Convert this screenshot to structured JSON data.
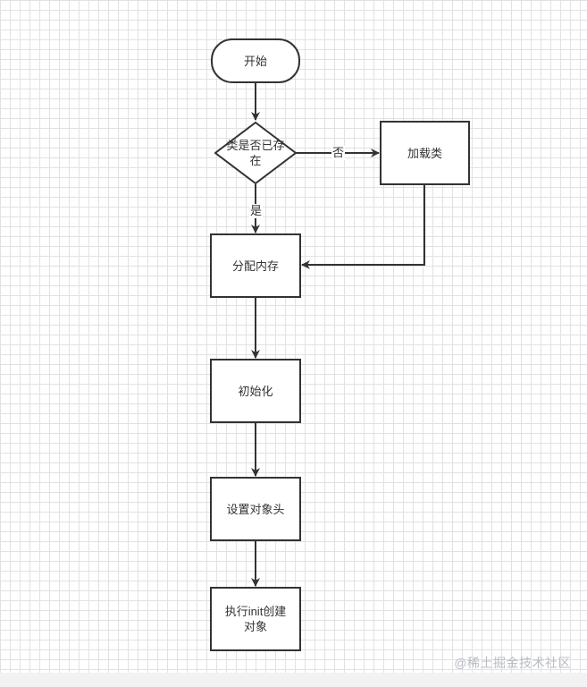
{
  "nodes": {
    "start": "开始",
    "class_exists": "类是否已存在",
    "load_class": "加载类",
    "allocate_memory": "分配内存",
    "initialize": "初始化",
    "set_object_header": "设置对象头",
    "execute_init": "执行init创建对象"
  },
  "edge_labels": {
    "no": "否",
    "yes": "是"
  },
  "watermark": "@稀土掘金技术社区",
  "colors": {
    "stroke": "#333333",
    "grid": "#e2e2e2",
    "watermark": "#b8bcc4"
  }
}
